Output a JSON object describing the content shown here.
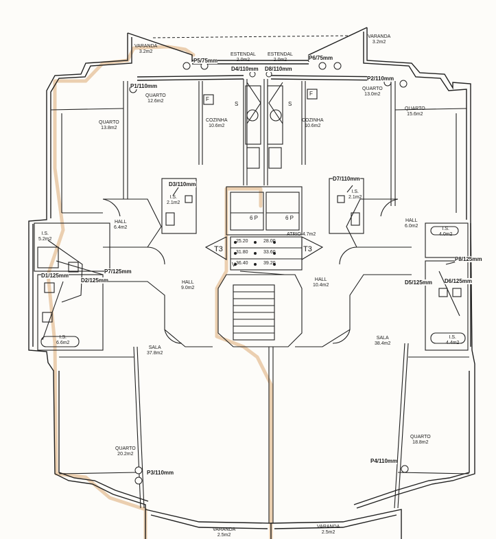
{
  "rooms": {
    "varanda_tl": {
      "name": "VARANDA",
      "area": "3.2m2"
    },
    "varanda_tr": {
      "name": "VARANDA",
      "area": "3.2m2"
    },
    "estendal_l": {
      "name": "ESTENDAL",
      "area": "2.0m2"
    },
    "estendal_r": {
      "name": "ESTENDAL",
      "area": "2.0m2"
    },
    "quarto_l1": {
      "name": "QUARTO",
      "area": "12.6m2"
    },
    "quarto_l2": {
      "name": "QUARTO",
      "area": "13.8m2"
    },
    "quarto_r1": {
      "name": "QUARTO",
      "area": "13.0m2"
    },
    "quarto_r2": {
      "name": "QUARTO",
      "area": "15.6m2"
    },
    "cozinha_l": {
      "name": "COZINHA",
      "area": "10.6m2"
    },
    "cozinha_r": {
      "name": "COZINHA",
      "area": "10.6m2"
    },
    "is_l1": {
      "name": "I.S.",
      "area": "2.1m2"
    },
    "is_r1": {
      "name": "I.S.",
      "area": "2.1m2"
    },
    "hall_l1": {
      "name": "HALL",
      "area": "6.4m2"
    },
    "hall_r1": {
      "name": "HALL",
      "area": "6.0m2"
    },
    "is_l2": {
      "name": "I.S.",
      "area": "5.2m2"
    },
    "is_r2": {
      "name": "I.S.",
      "area": "4.0m2"
    },
    "hall_l2": {
      "name": "HALL",
      "area": "9.0m2"
    },
    "hall_r2": {
      "name": "HALL",
      "area": "10.4m2"
    },
    "is_l3": {
      "name": "I.S.",
      "area": "6.6m2"
    },
    "is_r3": {
      "name": "I.S.",
      "area": "4.4m2"
    },
    "sala_l": {
      "name": "SALA",
      "area": "37.8m2"
    },
    "sala_r": {
      "name": "SALA",
      "area": "38.4m2"
    },
    "quarto_l3": {
      "name": "QUARTO",
      "area": "20.2m2"
    },
    "quarto_r3": {
      "name": "QUARTO",
      "area": "18.8m2"
    },
    "varanda_bl": {
      "name": "VARANDA",
      "area": "2.5m2"
    },
    "varanda_br": {
      "name": "VARANDA",
      "area": "2.5m2"
    },
    "atrio": {
      "name": "ATRIO",
      "area": "4.7m2"
    }
  },
  "pipes": {
    "p5": "P5/75mm",
    "p6": "P6/75mm",
    "d4": "D4/110mm",
    "d8": "D8/110mm",
    "p1": "P1/110mm",
    "p2": "P2/110mm",
    "d3": "D3/110mm",
    "d7": "D7/110mm",
    "d1": "D1/125mm",
    "d2": "D2/125mm",
    "p7": "P7/125mm",
    "p8": "P8/125mm",
    "d5": "D5/125mm",
    "d6": "D6/125mm",
    "p3": "P3/110mm",
    "p4": "P4/110mm"
  },
  "marks": {
    "f": "F",
    "s": "S",
    "v": "V",
    "t3": "T3"
  },
  "lifts": {
    "label": "6 P"
  },
  "levels": [
    "25.20",
    "28.00",
    "31.80",
    "33.60",
    "36.40",
    "39.20"
  ],
  "colors": {
    "line": "#1f1f1f",
    "highlight": "#e8c9a8",
    "paper": "#fdfcf9"
  }
}
